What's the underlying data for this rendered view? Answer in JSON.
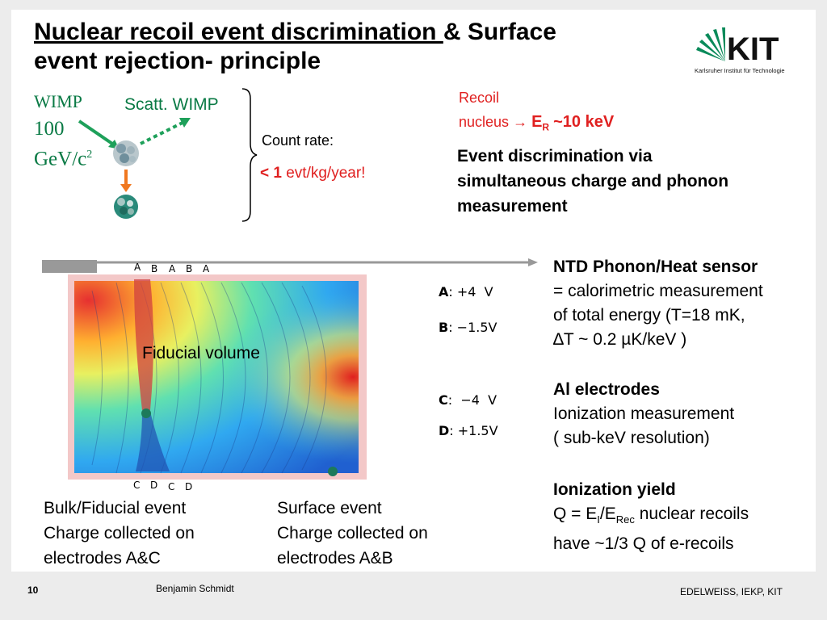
{
  "title": {
    "underlined": "Nuclear recoil event discrimination ",
    "rest_line1": "& Surface",
    "line2": "event rejection- principle"
  },
  "logo": {
    "text": "KIT",
    "subtitle": "Karlsruher Institut für Technologie",
    "color": "#0a8a5a"
  },
  "wimp": {
    "label": "WIMP",
    "mass": "100",
    "unit": "GeV/c",
    "unit_sup": "2",
    "scatt": "Scatt. WIMP"
  },
  "count_rate": {
    "label": "Count rate:",
    "lt": "< 1",
    "unit": "evt/kg/year!"
  },
  "recoil": {
    "line1": "Recoil",
    "line2": "nucleus",
    "arrow": "→",
    "er": "E",
    "er_sub": "R",
    "value": "~10 keV"
  },
  "discrimination": {
    "lines": [
      "Event discrimination via",
      "simultaneous charge and phonon",
      "measurement"
    ]
  },
  "electrodes": {
    "top_ticks": [
      "A",
      "B",
      "A",
      "B",
      "A"
    ],
    "bottom_ticks": [
      "C",
      "D",
      "C",
      "D"
    ],
    "A": {
      "name": "A",
      "value": ": +4  V"
    },
    "B": {
      "name": "B",
      "value": ": −1.5V"
    },
    "C": {
      "name": "C",
      "value": ":  −4  V"
    },
    "D": {
      "name": "D",
      "value": ": +1.5V"
    }
  },
  "fiducial_label": "Fiducial volume",
  "right_panel": {
    "ntd_title": "NTD  Phonon/Heat sensor",
    "ntd_lines": [
      "= calorimetric measurement",
      "of total energy (T=18 mK,",
      "∆T ~ 0.2 µK/keV )"
    ],
    "al_title": "Al electrodes",
    "al_lines": [
      "Ionization measurement",
      "( sub-keV resolution)"
    ],
    "yield_title": "Ionization yield",
    "yield_q": "Q = E",
    "yield_i": "I",
    "yield_slash": "/E",
    "yield_rec": "Rec",
    "yield_rest": " nuclear recoils",
    "yield_line2": "have ~1/3 Q of e-recoils"
  },
  "bulk_caption": [
    "Bulk/Fiducial event",
    "Charge collected on",
    "electrodes A&C"
  ],
  "surface_caption": [
    "Surface event",
    "Charge collected on",
    "electrodes A&B"
  ],
  "footer": {
    "page": "10",
    "author": "Benjamin Schmidt",
    "right": "EDELWEISS, IEKP, KIT"
  }
}
